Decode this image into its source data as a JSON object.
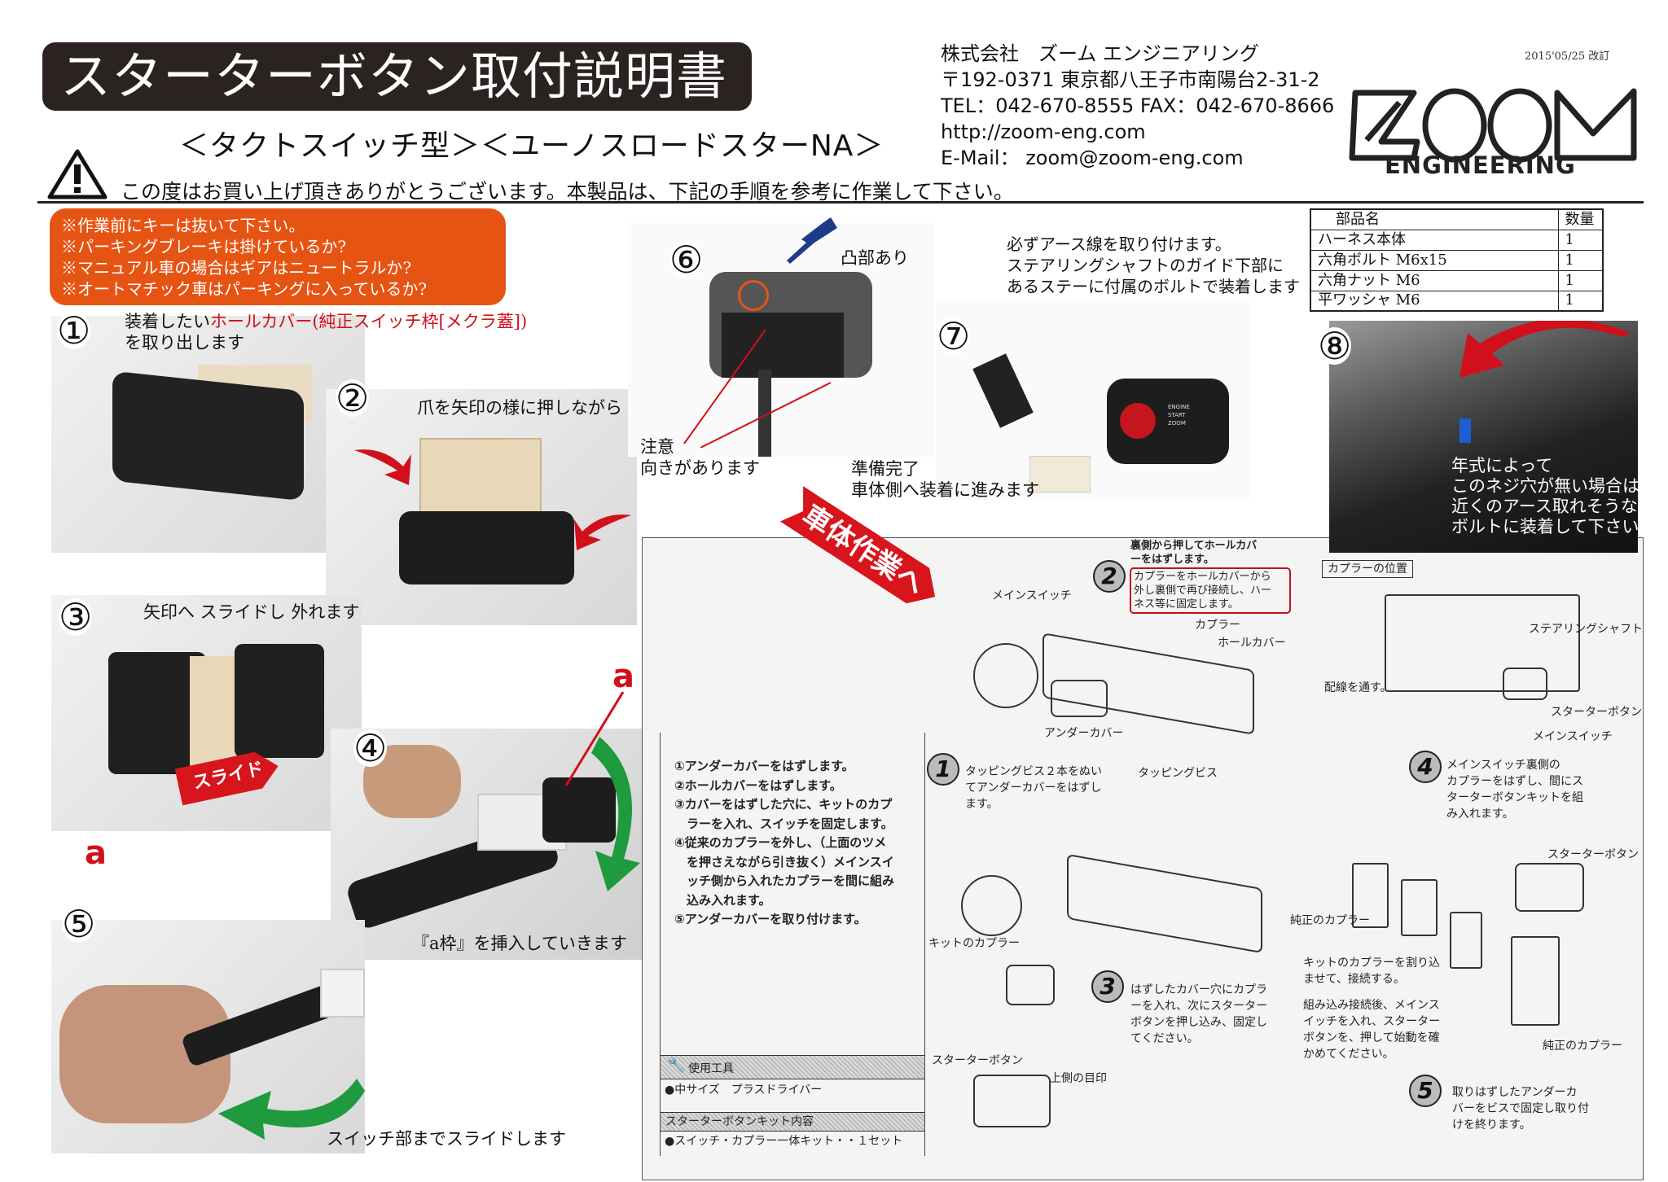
{
  "header": {
    "title": "スターターボタン取付説明書",
    "subtitle": "＜タクトスイッチ型＞＜ユーノスロードスターNA＞",
    "intro": "この度はお買い上げ頂きありがとうございます。本製品は、下記の手順を参考に作業して下さい。",
    "warning_icon": "warning-triangle",
    "revision": "2015'05/25 改訂"
  },
  "company": {
    "name": "株式会社　ズーム エンジニアリング",
    "address": "〒192-0371  東京都八王子市南陽台2-31-2",
    "tel_fax": "TEL：042-670-8555  FAX：042-670-8666",
    "url": "http://zoom-eng.com",
    "email": "E-Mail： zoom@zoom-eng.com",
    "logo_text": "ZOOM",
    "logo_sub": "ENGINEERING"
  },
  "caution": [
    "※作業前にキーは抜いて下さい。",
    "※パーキングブレーキは掛けているか?",
    "※マニュアル車の場合はギアはニュートラルか?",
    "※オートマチック車はパーキングに入っているか?"
  ],
  "parts": {
    "headers": [
      "部品名",
      "数量"
    ],
    "rows": [
      [
        "ハーネス本体",
        "1"
      ],
      [
        "六角ボルト M6x15",
        "1"
      ],
      [
        "六角ナット M6",
        "1"
      ],
      [
        "平ワッシャ M6",
        "1"
      ]
    ]
  },
  "steps": {
    "s1": {
      "num": "①",
      "pre": "装着したい",
      "highlight": "ホールカバー(純正スイッチ枠[メクラ蓋])",
      "post": "を取り出します"
    },
    "s2": {
      "num": "②",
      "text": "爪を矢印の様に押しながら"
    },
    "s3": {
      "num": "③",
      "text": "矢印へ スライドし 外れます",
      "arrow_label": "スライド",
      "marker": "a"
    },
    "s4": {
      "num": "④",
      "text": "『a枠』を挿入していきます",
      "marker": "a"
    },
    "s5": {
      "num": "⑤",
      "text": "スイッチ部までスライドします"
    },
    "s6": {
      "num": "⑥",
      "bump": "凸部あり",
      "note1": "注意",
      "note2": "向きがあります"
    },
    "ready": {
      "line1": "準備完了",
      "line2": "車体側へ装着に進みます"
    },
    "s7": {
      "num": "⑦",
      "lines": [
        "必ずアース線を取り付けます。",
        "ステアリングシャフトのガイド下部に",
        "あるステーに付属のボルトで装着します"
      ],
      "button_text": [
        "ENGINE",
        "START",
        "ZOOM"
      ]
    },
    "s8": {
      "num": "⑧",
      "lines": [
        "年式によって",
        "このネジ穴が無い場合は",
        "近くのアース取れそうな",
        "ボルトに装着して下さい"
      ]
    }
  },
  "banner": "車体作業へ",
  "manual": {
    "left_steps": [
      "①アンダーカバーをはずします。",
      "②ホールカバーをはずします。",
      "③カバーをはずした穴に、キットのカプ",
      "　ラーを入れ、スイッチを固定します。",
      "④従来のカプラーを外し、（上面のツメ",
      "　を押さえながら引き抜く）メインスイ",
      "　ッチ側から入れたカプラーを間に組み",
      "　込み入れます。",
      "⑤アンダーカバーを取り付けます。"
    ],
    "tools_title": "使用工具",
    "tools_item": "●中サイズ　プラスドライバー",
    "kit_title": "スターターボタンキット内容",
    "kit_item": "●スイッチ・カプラー一体キット・・１セット",
    "labels": {
      "step2_top": [
        "裏側から押してホールカバ",
        "ーをはずします。"
      ],
      "step2_red": [
        "カプラーをホールカバーから",
        "外し裏側で再び接続し、ハー",
        "ネス等に固定します。"
      ],
      "main_switch": "メインスイッチ",
      "coupler": "カプラー",
      "hole_cover": "ホールカバー",
      "under_cover": "アンダーカバー",
      "step1": [
        "タッピングビス２本をぬい",
        "てアンダーカバーをはずし",
        "ます。"
      ],
      "tapping_screw": "タッピングビス",
      "coupler_position": "カプラーの位置",
      "steering_shaft": "ステアリングシャフト",
      "wiring": "配線を通す。",
      "starter_button": "スターターボタン",
      "main_switch2": "メインスイッチ",
      "step4": [
        "メインスイッチ裏側の",
        "カプラーをはずし、間にス",
        "ターターボタンキットを組",
        "み入れます。"
      ],
      "genuine_coupler": "純正のカプラー",
      "kit_coupler": "キットのカプラー",
      "step3": [
        "はずしたカバー穴にカプラ",
        "ーを入れ、次にスターター",
        "ボタンを押し込み、固定し",
        "てください。"
      ],
      "insert": [
        "キットのカプラーを割り込",
        "ませて、接続する。"
      ],
      "after": [
        "組み込み接続後、メインス",
        "イッチを入れ、スターター",
        "ボタンを、押して始動を確",
        "かめてください。"
      ],
      "upper_mark": "上側の目印",
      "step5": [
        "取りはずしたアンダーカ",
        "バーをビスで固定し取り付",
        "けを終ります。"
      ],
      "nums": [
        "1",
        "2",
        "3",
        "4",
        "5"
      ]
    }
  },
  "colors": {
    "accent_orange": "#e65414",
    "red": "#d0101a",
    "green": "#1f9a3e",
    "title_bg": "#2a2321"
  }
}
